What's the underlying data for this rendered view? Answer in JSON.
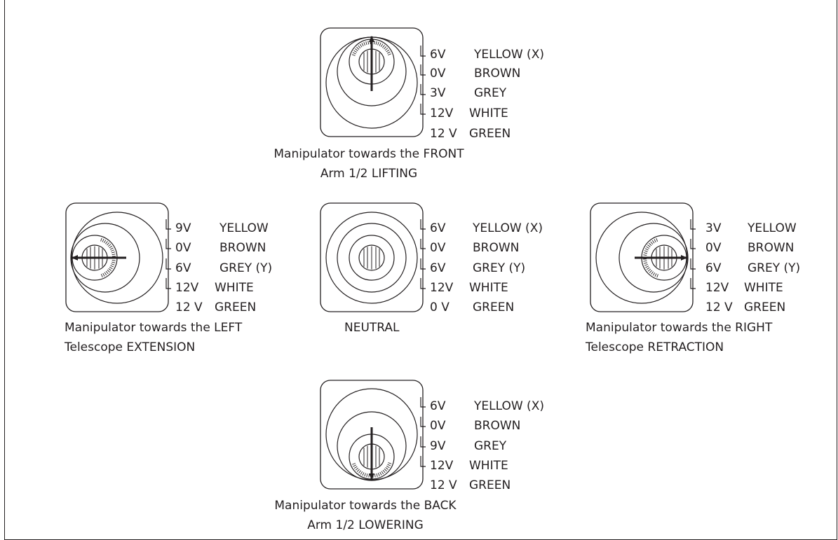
{
  "diagrams": [
    {
      "id": "front",
      "caption_line1": "Manipulator towards the FRONT",
      "caption_line2": "Arm 1/2 LIFTING",
      "pins": [
        {
          "voltage": "6V",
          "color": "YELLOW (X)"
        },
        {
          "voltage": "0V",
          "color": "BROWN"
        },
        {
          "voltage": "3V",
          "color": "GREY"
        },
        {
          "voltage": "12V",
          "color": "WHITE"
        },
        {
          "voltage": "12 V",
          "color": "GREEN"
        }
      ],
      "direction": "up"
    },
    {
      "id": "left",
      "caption_line1": "Manipulator towards the LEFT",
      "caption_line2": "Telescope EXTENSION",
      "pins": [
        {
          "voltage": "9V",
          "color": "YELLOW"
        },
        {
          "voltage": "0V",
          "color": "BROWN"
        },
        {
          "voltage": "6V",
          "color": "GREY (Y)"
        },
        {
          "voltage": "12V",
          "color": "WHITE"
        },
        {
          "voltage": "12 V",
          "color": "GREEN"
        }
      ],
      "direction": "left"
    },
    {
      "id": "neutral",
      "caption_line1": "NEUTRAL",
      "caption_line2": "",
      "pins": [
        {
          "voltage": "6V",
          "color": "YELLOW (X)"
        },
        {
          "voltage": "0V",
          "color": "BROWN"
        },
        {
          "voltage": "6V",
          "color": "GREY (Y)"
        },
        {
          "voltage": "12V",
          "color": "WHITE"
        },
        {
          "voltage": "0 V",
          "color": "GREEN"
        }
      ],
      "direction": "none"
    },
    {
      "id": "right",
      "caption_line1": "Manipulator towards the RIGHT",
      "caption_line2": "Telescope RETRACTION",
      "pins": [
        {
          "voltage": "3V",
          "color": "YELLOW"
        },
        {
          "voltage": "0V",
          "color": "BROWN"
        },
        {
          "voltage": "6V",
          "color": "GREY (Y)"
        },
        {
          "voltage": "12V",
          "color": "WHITE"
        },
        {
          "voltage": "12 V",
          "color": "GREEN"
        }
      ],
      "direction": "right"
    },
    {
      "id": "back",
      "caption_line1": "Manipulator towards the BACK",
      "caption_line2": "Arm 1/2 LOWERING",
      "pins": [
        {
          "voltage": "6V",
          "color": "YELLOW (X)"
        },
        {
          "voltage": "0V",
          "color": "BROWN"
        },
        {
          "voltage": "9V",
          "color": "GREY"
        },
        {
          "voltage": "12V",
          "color": "WHITE"
        },
        {
          "voltage": "12 V",
          "color": "GREEN"
        }
      ],
      "direction": "down"
    }
  ],
  "colors": {
    "line": "#231f20",
    "background": "#ffffff"
  }
}
